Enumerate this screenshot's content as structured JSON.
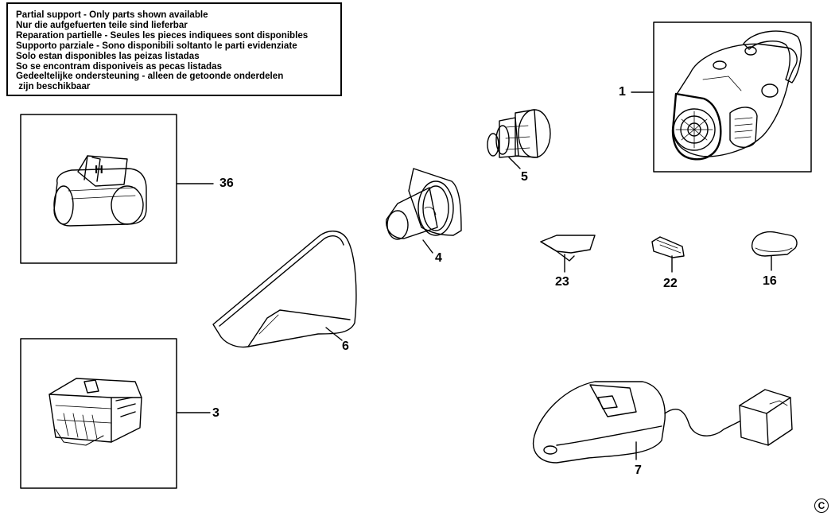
{
  "notice": {
    "lines": [
      "Partial support - Only parts shown available",
      "Nur die aufgefuerten teile sind lieferbar",
      "Reparation partielle - Seules les pieces indiquees sont disponibles",
      "Supporto parziale - Sono disponibili soltanto le parti evidenziate",
      "Solo estan disponibles las peizas listadas",
      "So se encontram disponiveis as pecas listadas",
      "Gedeeltelijke ondersteuning - alleen de getoonde onderdelen",
      " zijn beschikbaar"
    ]
  },
  "parts": [
    {
      "id": "1",
      "label": "1"
    },
    {
      "id": "3",
      "label": "3"
    },
    {
      "id": "4",
      "label": "4"
    },
    {
      "id": "5",
      "label": "5"
    },
    {
      "id": "6",
      "label": "6"
    },
    {
      "id": "7",
      "label": "7"
    },
    {
      "id": "16",
      "label": "16"
    },
    {
      "id": "22",
      "label": "22"
    },
    {
      "id": "23",
      "label": "23"
    },
    {
      "id": "36",
      "label": "36"
    }
  ],
  "nozzle_letter": "H",
  "copyright_symbol": "C"
}
